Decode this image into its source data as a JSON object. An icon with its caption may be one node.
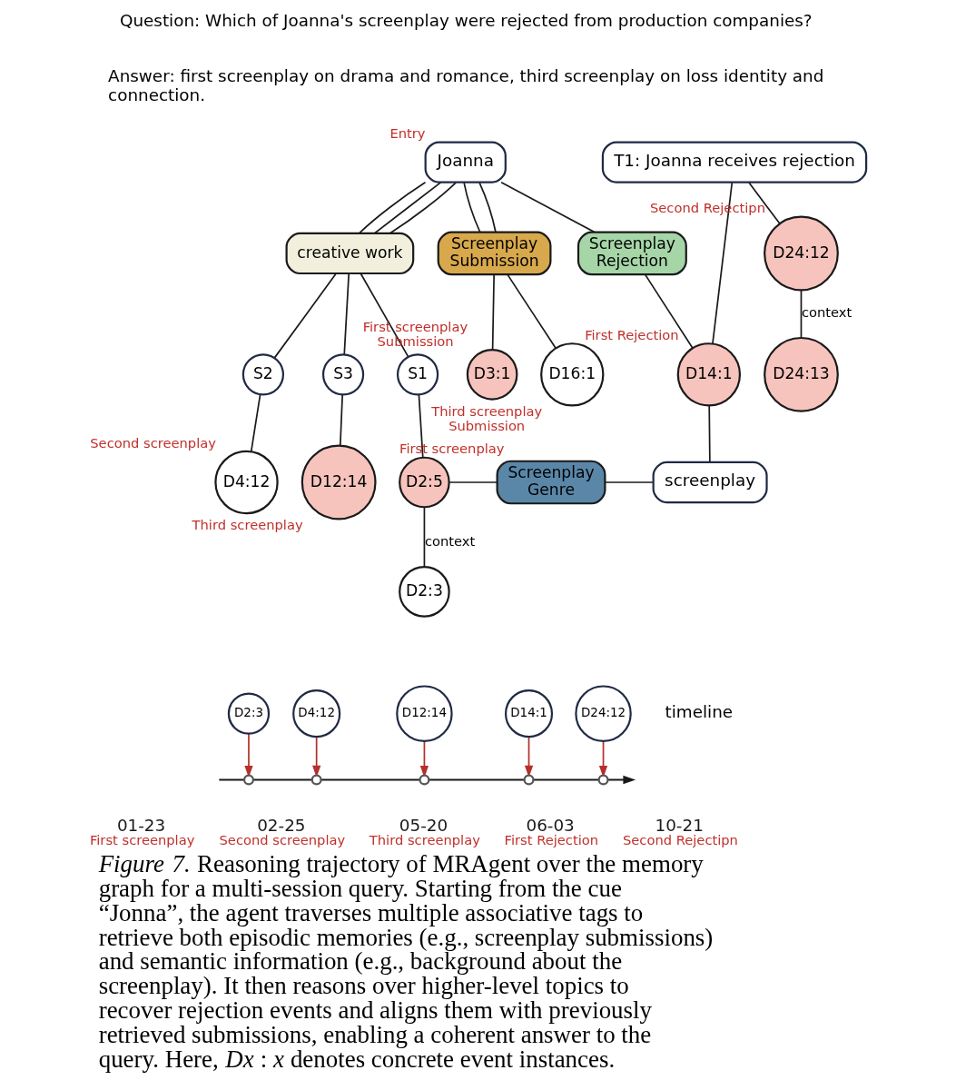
{
  "diagram": {
    "caption": "*Figure 7.* Reasoning trajectory of MRAgent over the memory graph for a multi-session query. Starting from the cue “Jonna”, the agent traverses multiple associative tags to retrieve both episodic memories (e.g., screenplay submissions) and semantic information (e.g., background about the screenplay). It then reasons over higher-level topics to recover rejection events and aligns them with previously retrieved submissions, enabling a coherent answer to the query. Here, *Dx* : *x* denotes concrete event instances.",
    "nodes": [
      {
        "text": [
          "Joanna"
        ],
        "beside": [
          "Entry"
        ]
      },
      {
        "text": [
          "T1: Joanna receives rejection"
        ]
      },
      {
        "text": [
          "creative work"
        ]
      },
      {
        "text": [
          "Screenplay Submission"
        ]
      },
      {
        "text": [
          "Screenplay Rejection"
        ]
      },
      {
        "text": [
          "S2"
        ]
      },
      {
        "text": [
          "S3"
        ]
      },
      {
        "text": [
          "S1"
        ]
      },
      {
        "text": [
          "D3:1"
        ],
        "beside": [
          "First screenplay Submission"
        ]
      },
      {
        "text": [
          "D16:1"
        ],
        "beside": [
          "Third screenplay Submission"
        ]
      },
      {
        "text": [
          "D14:1"
        ],
        "beside": [
          "First Rejection"
        ]
      },
      {
        "text": [
          "D24:12"
        ],
        "beside": [
          "Second Rejectipn"
        ]
      },
      {
        "text": [
          "D4:12"
        ],
        "beside": [
          "Second screenplay"
        ]
      },
      {
        "text": [
          "D12:14"
        ],
        "beside": [
          "Third screenplay"
        ]
      },
      {
        "text": [
          "Screenplay Genre"
        ]
      },
      {
        "text": [
          "screenplay"
        ]
      },
      {
        "text": [
          "D2:5"
        ],
        "beside": [
          "First screenplay"
        ]
      },
      {
        "text": [
          "D24:13"
        ]
      },
      {
        "text": [
          "D2:3"
        ]
      },
      {
        "text": [
          "D2:3"
        ]
      },
      {
        "text": [
          "D4:12"
        ]
      },
      {
        "text": [
          "D12:14"
        ]
      },
      {
        "text": [
          "D14:1"
        ]
      },
      {
        "text": [
          "D24:12"
        ]
      },
      {
        "text": [],
        "shape": "circle",
        "beside": [
          "01-23",
          "First screenplay"
        ]
      },
      {
        "text": [],
        "shape": "circle",
        "beside": [
          "02-25",
          "Second screenplay"
        ]
      },
      {
        "text": [],
        "shape": "circle",
        "beside": [
          "05-20",
          "Third screenplay"
        ]
      },
      {
        "text": [],
        "shape": "circle",
        "beside": [
          "06-03",
          "First Rejection"
        ]
      },
      {
        "text": [],
        "shape": "circle",
        "beside": [
          "10-21",
          "Second Rejectipn"
        ]
      }
    ],
    "edges": [
      {
        "from": 0,
        "to": 2,
        "arrow": "none"
      },
      {
        "from": 0,
        "to": 2,
        "arrow": "none"
      },
      {
        "from": 0,
        "to": 2,
        "arrow": "none"
      },
      {
        "from": 0,
        "to": 3,
        "arrow": "none"
      },
      {
        "from": 0,
        "to": 3,
        "arrow": "none"
      },
      {
        "from": 0,
        "to": 4,
        "arrow": "none"
      },
      {
        "from": 1,
        "to": 10,
        "arrow": "none"
      },
      {
        "from": 1,
        "to": 11,
        "arrow": "none"
      },
      {
        "from": 2,
        "to": 5,
        "arrow": "none"
      },
      {
        "from": 2,
        "to": 6,
        "arrow": "none"
      },
      {
        "from": 2,
        "to": 7,
        "arrow": "none"
      },
      {
        "from": 3,
        "to": 8,
        "arrow": "none"
      },
      {
        "from": 3,
        "to": 9,
        "arrow": "none"
      },
      {
        "from": 4,
        "to": 10,
        "arrow": "none"
      },
      {
        "from": 5,
        "to": 12,
        "arrow": "none"
      },
      {
        "from": 6,
        "to": 13,
        "arrow": "none"
      },
      {
        "from": 7,
        "to": 16,
        "arrow": "none"
      },
      {
        "from": 10,
        "to": 15,
        "arrow": "none"
      },
      {
        "from": 14,
        "to": 15,
        "arrow": "none"
      },
      {
        "from": 16,
        "to": 14,
        "arrow": "none"
      },
      {
        "from": 16,
        "to": 18,
        "arrow": "none",
        "label": "context"
      },
      {
        "from": 11,
        "to": 17,
        "arrow": "none",
        "label": "context"
      },
      {
        "from": 19,
        "to": 24,
        "arrow": "to",
        "color": "#b5302a"
      },
      {
        "from": 20,
        "to": 25,
        "arrow": "to",
        "color": "#b5302a"
      },
      {
        "from": 21,
        "to": 26,
        "arrow": "to",
        "color": "#b5302a"
      },
      {
        "from": 22,
        "to": 27,
        "arrow": "to",
        "color": "#b5302a"
      },
      {
        "from": 23,
        "to": 28,
        "arrow": "to",
        "color": "#b5302a"
      }
    ],
    "labels": [
      "Question: Which of Joanna's screenplay were rejected from production companies?",
      "Answer: first screenplay on drama and romance, third screenplay on loss identity and connection.",
      "timeline"
    ]
  }
}
